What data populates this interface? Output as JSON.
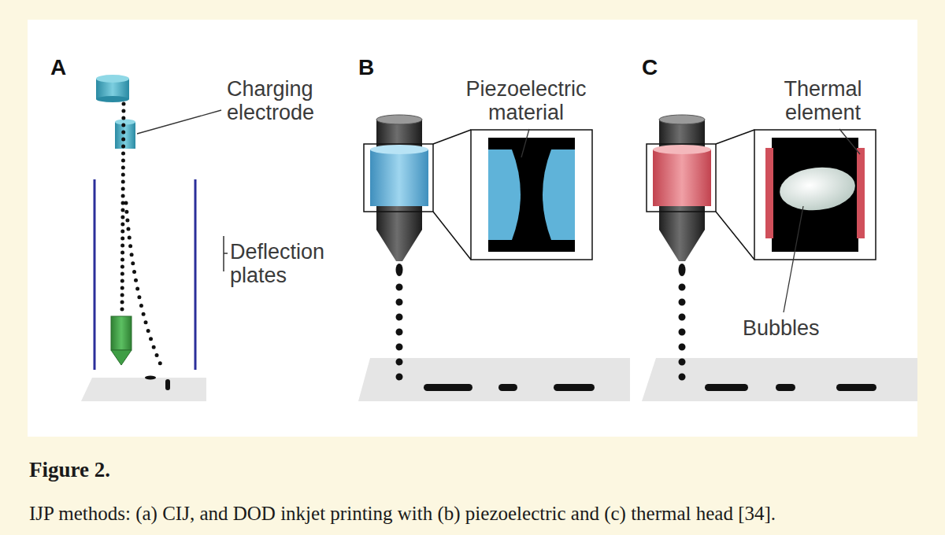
{
  "diagram": {
    "title": "Figure 2.",
    "caption": "IJP methods: (a) CIJ, and DOD inkjet printing with (b) piezoelectric and (c) thermal head [34].",
    "labels": [
      "A",
      "Charging electrode",
      "Deflection plates",
      "B",
      "Piezoelectric material",
      "C",
      "Thermal element",
      "Bubbles"
    ]
  }
}
